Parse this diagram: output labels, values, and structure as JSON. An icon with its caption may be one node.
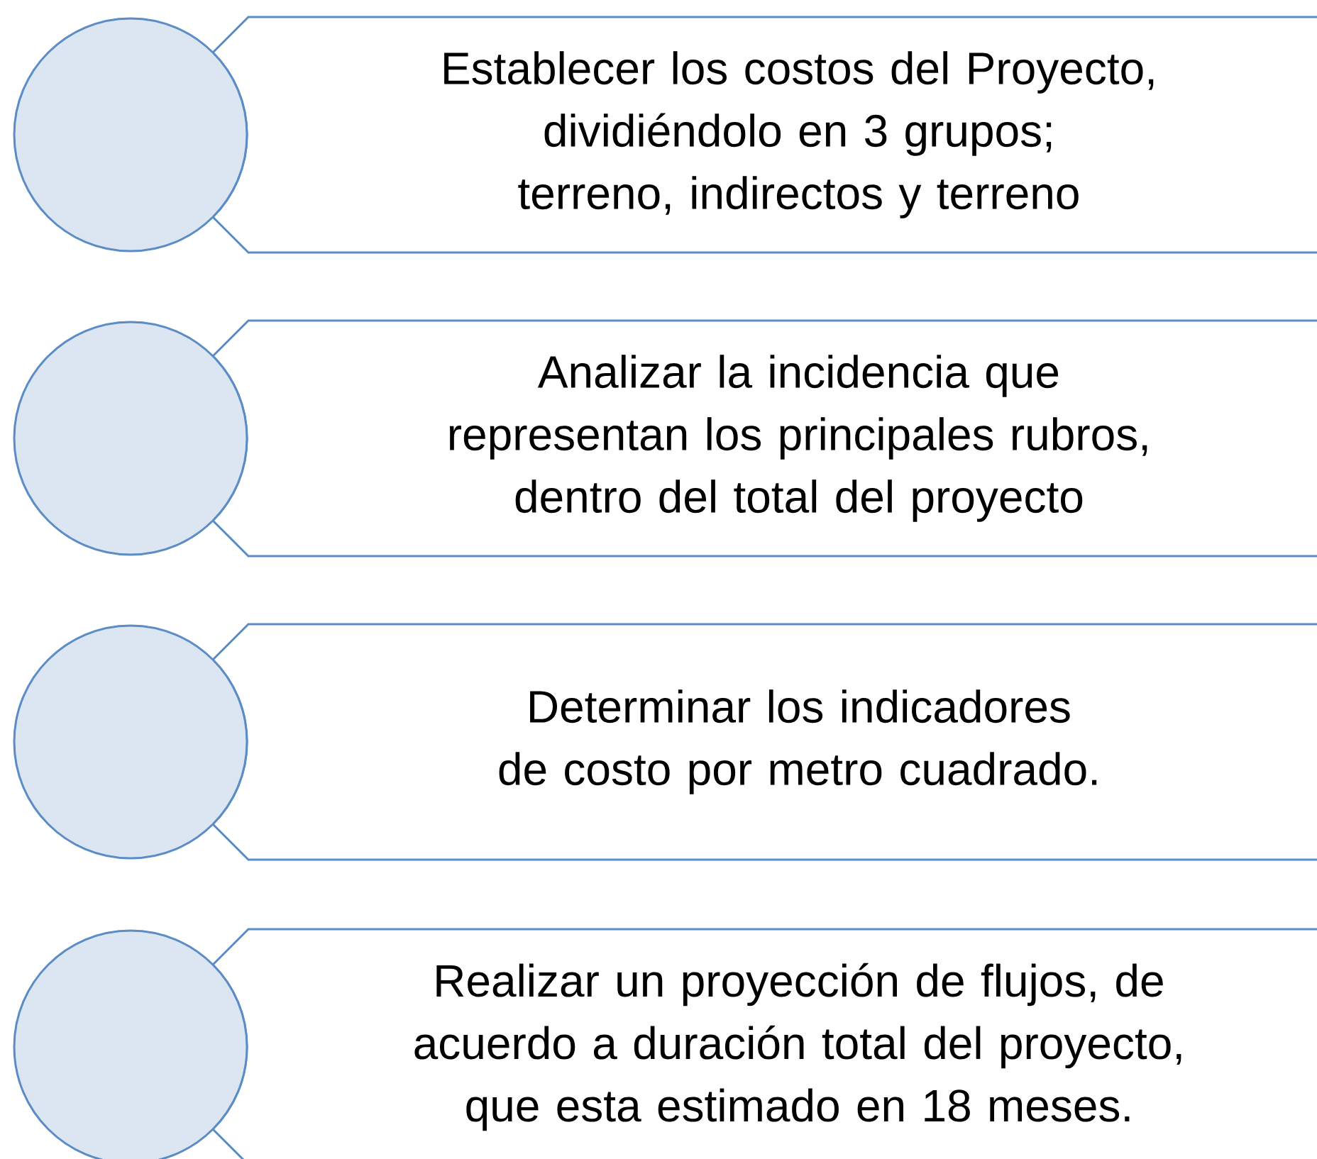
{
  "diagram": {
    "nodes": [
      {
        "text": [],
        "shape": "circle"
      },
      {
        "text": [
          "Establecer los costos del Proyecto, dividiéndolo en 3 grupos; terreno, indirectos y terreno"
        ]
      },
      {
        "text": [],
        "shape": "circle"
      },
      {
        "text": [
          "Analizar la incidencia que representan los principales rubros, dentro del total del proyecto"
        ]
      },
      {
        "text": [],
        "shape": "circle"
      },
      {
        "text": [
          "Determinar los indicadores de costo por metro cuadrado."
        ]
      },
      {
        "text": [],
        "shape": "circle"
      },
      {
        "text": [
          "Realizar un proyección de flujos, de acuerdo a duración total del proyecto, que esta estimado en 18 meses."
        ]
      }
    ]
  }
}
